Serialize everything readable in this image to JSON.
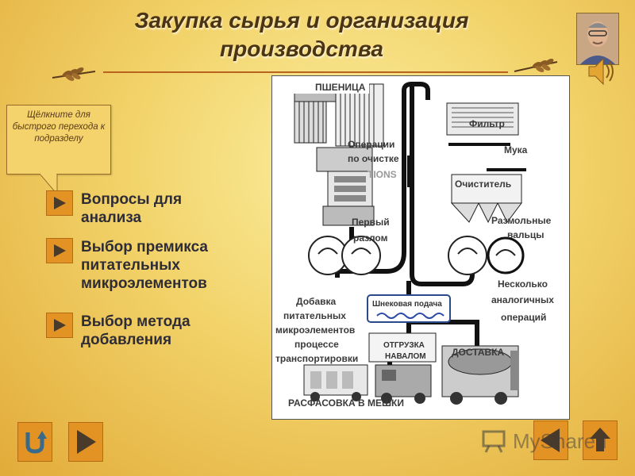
{
  "slide": {
    "title_line1": "Закупка сырья и организация",
    "title_line2": "производства"
  },
  "callout": {
    "text": "Щёлкните для быстрого перехода к подразделу"
  },
  "menu": {
    "items": [
      {
        "label": "Вопросы для\nанализа",
        "icon": "play-triangle-icon"
      },
      {
        "label": "Выбор премикса\nпитательных\nмикроэлементов",
        "icon": "play-triangle-icon"
      },
      {
        "label": "Выбор метода\nдобавления",
        "icon": "play-triangle-icon"
      }
    ]
  },
  "diagram": {
    "labels": {
      "wheat": "ПШЕНИЦА",
      "filter": "Фильтр",
      "cleaning_ops_1": "Операции",
      "cleaning_ops_2": "по очистке",
      "flour": "Мука",
      "operations_faded": "TIONS",
      "purifier": "Очиститель",
      "first_break_1": "Первый",
      "first_break_2": "разлом",
      "roller_mills_1": "Размольные",
      "roller_mills_2": "вальцы",
      "several_1": "Несколько",
      "several_2": "аналогичных",
      "several_3": "операций",
      "add_1": "Добавка",
      "add_2": "питательных",
      "add_3": "микроэлементов",
      "add_4": "процессе",
      "add_5": "транспортировки",
      "screw_feed": "Шнековая подача",
      "bulk_1": "ОТГРУЗКА",
      "bulk_2": "НАВАЛОМ",
      "delivery": "ДОСТАВКА",
      "bagging": "РАСФАСОВКА В МЕШКИ"
    }
  },
  "nav": {
    "return_icon": "return-arrow-icon",
    "next_icon": "play-triangle-icon",
    "prev_icon": "left-triangle-icon",
    "up_icon": "up-arrow-icon"
  },
  "watermark": {
    "text": "MyShared"
  },
  "colors": {
    "button_orange": "#e39324",
    "title_brown": "#4a3414",
    "accent_rule": "#b8641e"
  }
}
